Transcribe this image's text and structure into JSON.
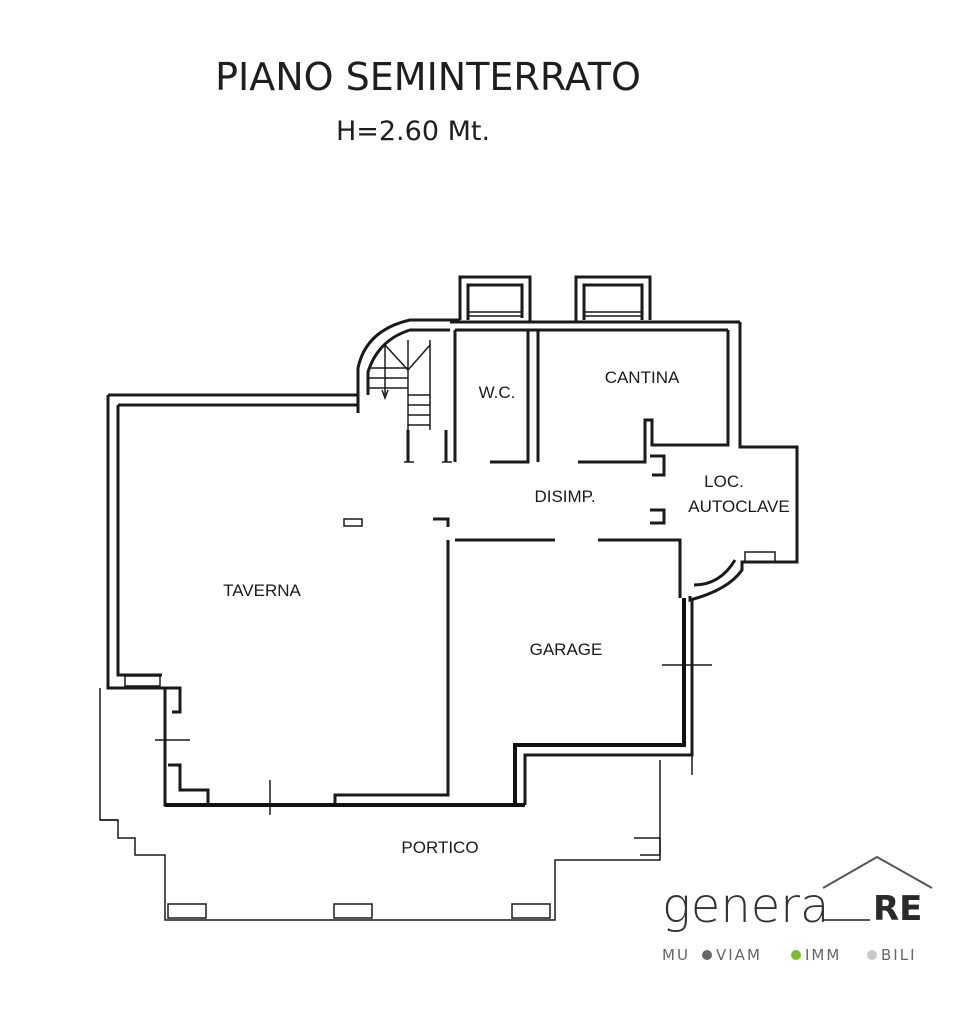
{
  "header": {
    "title": "PIANO SEMINTERRATO",
    "height_label": "H=2.60 Mt."
  },
  "rooms": {
    "wc": "W.C.",
    "cantina": "CANTINA",
    "disimpegno": "DISIMP.",
    "locale_line1": "LOC.",
    "locale_line2": "AUTOCLAVE",
    "taverna": "TAVERNA",
    "garage": "GARAGE",
    "portico": "PORTICO"
  },
  "logo": {
    "word": "genera",
    "mark": "RE",
    "tagline_parts": [
      "MU",
      "VIAM",
      "IMM",
      "BILI"
    ],
    "dot_colors": [
      "#666666",
      "#7bbf2a",
      "#c8c8c8"
    ]
  }
}
